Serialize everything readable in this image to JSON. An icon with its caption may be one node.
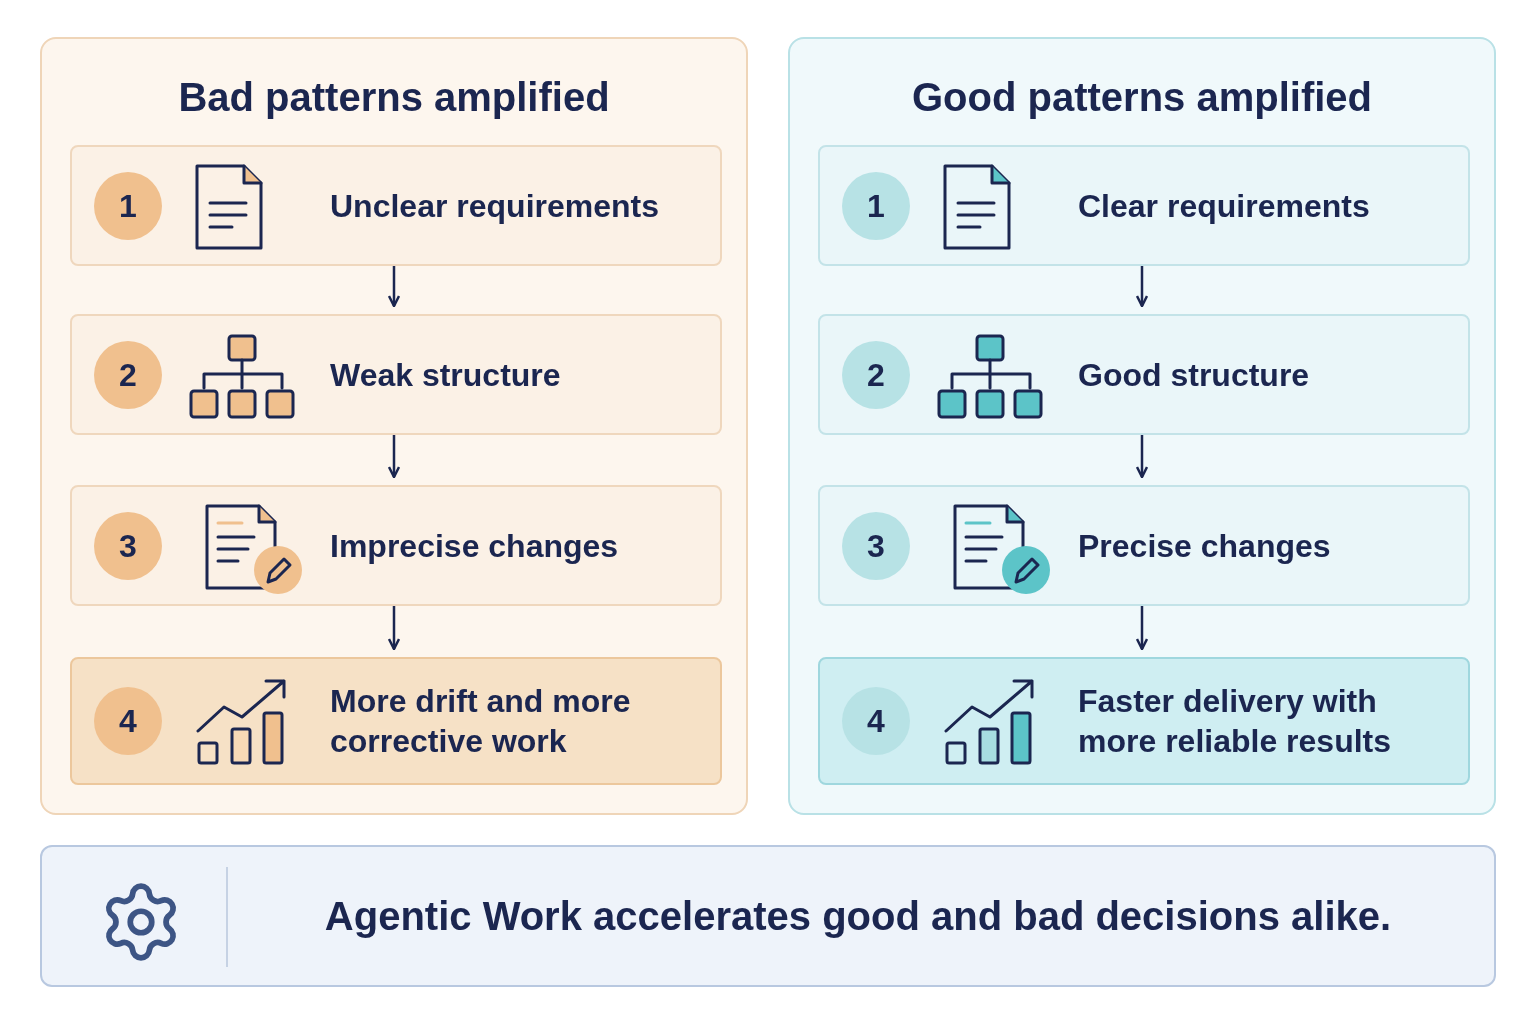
{
  "diagram": {
    "nodes": [
      {
        "text": [
          "Bad patterns amplified"
        ]
      },
      {
        "text": [
          "1",
          "Unclear requirements"
        ],
        "in": 0
      },
      {
        "text": [
          "2",
          "Weak structure"
        ],
        "in": 0
      },
      {
        "text": [
          "3",
          "Imprecise changes"
        ],
        "in": 0
      },
      {
        "text": [
          "4",
          "More drift and more corrective work"
        ],
        "in": 0
      },
      {
        "text": [
          "Good patterns amplified"
        ]
      },
      {
        "text": [
          "1",
          "Clear requirements"
        ],
        "in": 5
      },
      {
        "text": [
          "2",
          "Good structure"
        ],
        "in": 5
      },
      {
        "text": [
          "3",
          "Precise changes"
        ],
        "in": 5
      },
      {
        "text": [
          "4",
          "Faster delivery with more reliable results"
        ],
        "in": 5
      },
      {
        "text": [
          "Agentic Work accelerates good and bad decisions alike."
        ]
      }
    ],
    "edges": [
      {
        "from": 1,
        "to": 2,
        "arrow": "to"
      },
      {
        "from": 2,
        "to": 3,
        "arrow": "to"
      },
      {
        "from": 3,
        "to": 4,
        "arrow": "to"
      },
      {
        "from": 6,
        "to": 7,
        "arrow": "to"
      },
      {
        "from": 7,
        "to": 8,
        "arrow": "to"
      },
      {
        "from": 8,
        "to": 9,
        "arrow": "to"
      }
    ]
  }
}
